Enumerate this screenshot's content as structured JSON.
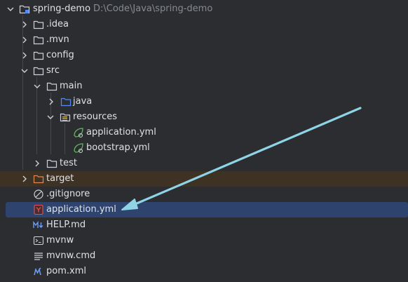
{
  "project": {
    "name": "spring-demo",
    "path": "D:\\Code\\Java\\spring-demo"
  },
  "tree": {
    "idea": ".idea",
    "mvn": ".mvn",
    "config": "config",
    "src": "src",
    "main": "main",
    "java": "java",
    "resources": "resources",
    "res_application": "application.yml",
    "res_bootstrap": "bootstrap.yml",
    "test": "test",
    "target": "target",
    "gitignore": ".gitignore",
    "root_application": "application.yml",
    "help": "HELP.md",
    "mvnw": "mvnw",
    "mvnw_cmd": "mvnw.cmd",
    "pom": "pom.xml"
  },
  "colors": {
    "background": "#2b2d30",
    "selection": "#2e436e",
    "excluded_row": "#3d3223",
    "annotation_arrow": "#8fd3e6"
  }
}
